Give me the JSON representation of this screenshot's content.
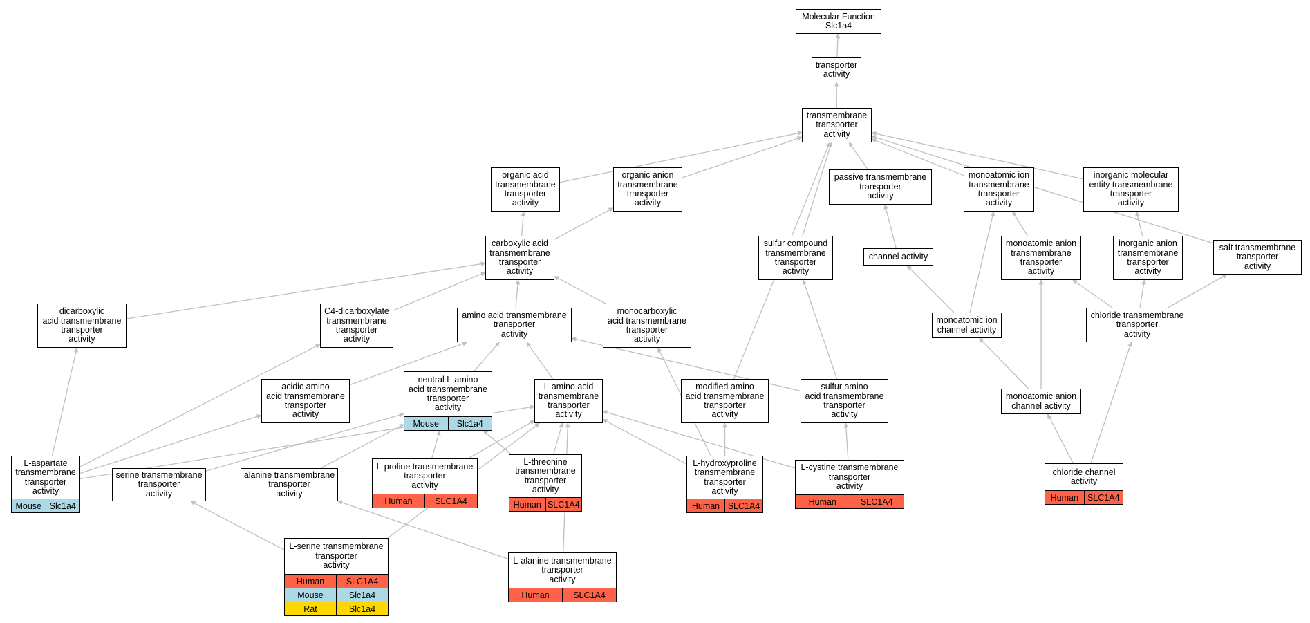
{
  "diagram": {
    "colors": {
      "edge": "#c0c0c0",
      "Human": "#ff6347",
      "Mouse": "#add8e6",
      "Rat": "#ffd700"
    },
    "nodes": [
      {
        "id": "mf",
        "label": "Molecular Function\nSlc1a4"
      },
      {
        "id": "ta",
        "label": "transporter\nactivity"
      },
      {
        "id": "tmta",
        "label": "transmembrane\ntransporter\nactivity"
      },
      {
        "id": "oatta",
        "label": "organic acid\ntransmembrane\ntransporter\nactivity"
      },
      {
        "id": "oanta",
        "label": "organic anion\ntransmembrane\ntransporter\nactivity"
      },
      {
        "id": "pass",
        "label": "passive transmembrane\ntransporter\nactivity"
      },
      {
        "id": "mita",
        "label": "monoatomic ion\ntransmembrane\ntransporter\nactivity"
      },
      {
        "id": "inmol",
        "label": "inorganic molecular\nentity transmembrane\ntransporter\nactivity"
      },
      {
        "id": "carb",
        "label": "carboxylic acid\ntransmembrane\ntransporter\nactivity"
      },
      {
        "id": "sulf",
        "label": "sulfur compound\ntransmembrane\ntransporter\nactivity"
      },
      {
        "id": "chan",
        "label": "channel activity"
      },
      {
        "id": "mana",
        "label": "monoatomic anion\ntransmembrane\ntransporter\nactivity"
      },
      {
        "id": "inan",
        "label": "inorganic anion\ntransmembrane\ntransporter\nactivity"
      },
      {
        "id": "salt",
        "label": "salt transmembrane\ntransporter\nactivity"
      },
      {
        "id": "dicarb",
        "label": "dicarboxylic\nacid transmembrane\ntransporter\nactivity"
      },
      {
        "id": "c4",
        "label": "C4-dicarboxylate\ntransmembrane\ntransporter\nactivity"
      },
      {
        "id": "aa",
        "label": "amino acid transmembrane\ntransporter\nactivity"
      },
      {
        "id": "monoc",
        "label": "monocarboxylic\nacid transmembrane\ntransporter\nactivity"
      },
      {
        "id": "mich",
        "label": "monoatomic ion\nchannel activity"
      },
      {
        "id": "chl",
        "label": "chloride transmembrane\ntransporter\nactivity"
      },
      {
        "id": "acid",
        "label": "acidic amino\nacid transmembrane\ntransporter\nactivity"
      },
      {
        "id": "neut",
        "label": "neutral L-amino\nacid transmembrane\ntransporter\nactivity",
        "annotations": [
          [
            "Mouse",
            "Slc1a4"
          ]
        ]
      },
      {
        "id": "laa",
        "label": "L-amino acid\ntransmembrane\ntransporter\nactivity"
      },
      {
        "id": "mod",
        "label": "modified amino\nacid transmembrane\ntransporter\nactivity"
      },
      {
        "id": "sulfaa",
        "label": "sulfur amino\nacid transmembrane\ntransporter\nactivity"
      },
      {
        "id": "manch",
        "label": "monoatomic anion\nchannel activity"
      },
      {
        "id": "lasp",
        "label": "L-aspartate\ntransmembrane\ntransporter\nactivity",
        "annotations": [
          [
            "Mouse",
            "Slc1a4"
          ]
        ]
      },
      {
        "id": "ser",
        "label": "serine transmembrane\ntransporter\nactivity"
      },
      {
        "id": "ala",
        "label": "alanine transmembrane\ntransporter\nactivity"
      },
      {
        "id": "lpro",
        "label": "L-proline transmembrane\ntransporter\nactivity",
        "annotations": [
          [
            "Human",
            "SLC1A4"
          ]
        ]
      },
      {
        "id": "lthr",
        "label": "L-threonine\ntransmembrane\ntransporter\nactivity",
        "annotations": [
          [
            "Human",
            "SLC1A4"
          ]
        ]
      },
      {
        "id": "lhyp",
        "label": "L-hydroxyproline\ntransmembrane\ntransporter\nactivity",
        "annotations": [
          [
            "Human",
            "SLC1A4"
          ]
        ]
      },
      {
        "id": "lcys",
        "label": "L-cystine transmembrane\ntransporter\nactivity",
        "annotations": [
          [
            "Human",
            "SLC1A4"
          ]
        ]
      },
      {
        "id": "clch",
        "label": "chloride channel\nactivity",
        "annotations": [
          [
            "Human",
            "SLC1A4"
          ]
        ]
      },
      {
        "id": "lser",
        "label": "L-serine transmembrane\ntransporter\nactivity",
        "annotations": [
          [
            "Human",
            "SLC1A4"
          ],
          [
            "Mouse",
            "Slc1a4"
          ],
          [
            "Rat",
            "Slc1a4"
          ]
        ]
      },
      {
        "id": "lala",
        "label": "L-alanine transmembrane\ntransporter\nactivity",
        "annotations": [
          [
            "Human",
            "SLC1A4"
          ]
        ]
      }
    ],
    "edges": [
      [
        "ta",
        "mf"
      ],
      [
        "tmta",
        "ta"
      ],
      [
        "oatta",
        "tmta"
      ],
      [
        "oanta",
        "tmta"
      ],
      [
        "pass",
        "tmta"
      ],
      [
        "mita",
        "tmta"
      ],
      [
        "inmol",
        "tmta"
      ],
      [
        "salt",
        "tmta"
      ],
      [
        "sulf",
        "tmta"
      ],
      [
        "mod",
        "tmta"
      ],
      [
        "carb",
        "oatta"
      ],
      [
        "carb",
        "oanta"
      ],
      [
        "chan",
        "pass"
      ],
      [
        "mana",
        "mita"
      ],
      [
        "inan",
        "inmol"
      ],
      [
        "dicarb",
        "carb"
      ],
      [
        "c4",
        "carb"
      ],
      [
        "aa",
        "carb"
      ],
      [
        "monoc",
        "carb"
      ],
      [
        "mich",
        "chan"
      ],
      [
        "mich",
        "mita"
      ],
      [
        "chl",
        "mana"
      ],
      [
        "chl",
        "inan"
      ],
      [
        "chl",
        "salt"
      ],
      [
        "acid",
        "aa"
      ],
      [
        "neut",
        "aa"
      ],
      [
        "laa",
        "aa"
      ],
      [
        "sulfaa",
        "aa"
      ],
      [
        "sulfaa",
        "sulf"
      ],
      [
        "manch",
        "mich"
      ],
      [
        "manch",
        "mana"
      ],
      [
        "lasp",
        "dicarb"
      ],
      [
        "lasp",
        "c4"
      ],
      [
        "lasp",
        "acid"
      ],
      [
        "lasp",
        "laa"
      ],
      [
        "ser",
        "neut"
      ],
      [
        "ala",
        "neut"
      ],
      [
        "lpro",
        "neut"
      ],
      [
        "lpro",
        "laa"
      ],
      [
        "lthr",
        "neut"
      ],
      [
        "lthr",
        "laa"
      ],
      [
        "lhyp",
        "laa"
      ],
      [
        "lhyp",
        "mod"
      ],
      [
        "lhyp",
        "monoc"
      ],
      [
        "lcys",
        "laa"
      ],
      [
        "lcys",
        "sulfaa"
      ],
      [
        "clch",
        "manch"
      ],
      [
        "clch",
        "chl"
      ],
      [
        "lser",
        "ser"
      ],
      [
        "lser",
        "laa"
      ],
      [
        "lala",
        "ala"
      ],
      [
        "lala",
        "laa"
      ]
    ]
  }
}
